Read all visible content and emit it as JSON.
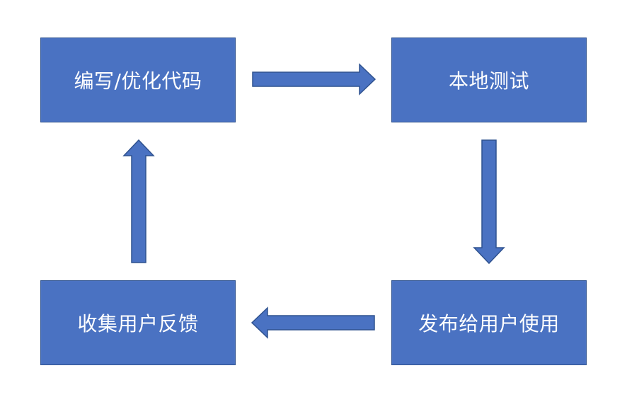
{
  "diagram": {
    "nodes": {
      "code": "编写/优化代码",
      "test": "本地测试",
      "release": "发布给用户使用",
      "feedback": "收集用户反馈"
    }
  },
  "colors": {
    "node_fill": "#4a72c2",
    "node_border": "#2f528f",
    "arrow_fill": "#4a72c2",
    "text": "#ffffff",
    "background": "#ffffff"
  }
}
